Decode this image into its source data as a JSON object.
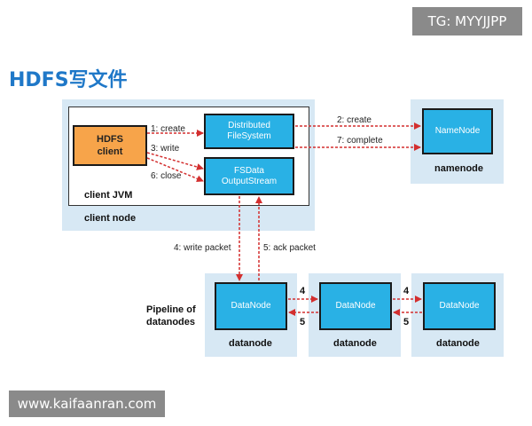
{
  "watermark_top": "TG: MYYJJPP",
  "watermark_bottom": "www.kaifaanran.com",
  "title": "HDFS写文件",
  "client_node": {
    "label": "client node",
    "jvm_label": "client JVM",
    "hdfs_client": [
      "HDFS",
      "client"
    ],
    "dfs_box": [
      "Distributed",
      "FileSystem"
    ],
    "fsdata_box": [
      "FSData",
      "OutputStream"
    ]
  },
  "namenode": {
    "box": "NameNode",
    "label": "namenode"
  },
  "pipeline_label": [
    "Pipeline of",
    "datanodes"
  ],
  "datanodes": [
    {
      "box": "DataNode",
      "label": "datanode"
    },
    {
      "box": "DataNode",
      "label": "datanode"
    },
    {
      "box": "DataNode",
      "label": "datanode"
    }
  ],
  "steps": {
    "create": "1: create",
    "write": "3: write",
    "close": "6: close",
    "rpc_create": "2: create",
    "complete": "7: complete",
    "write_packet": "4: write packet",
    "ack_packet": "5: ack packet",
    "fwd_1": "4",
    "ack_1": "5",
    "fwd_2": "4",
    "ack_2": "5"
  },
  "colors": {
    "accent": "#1f78c8",
    "box_blue": "#29b1e5",
    "box_orange": "#f7a44a",
    "panel": "#d7e8f4",
    "arrow": "#d32f2f"
  }
}
